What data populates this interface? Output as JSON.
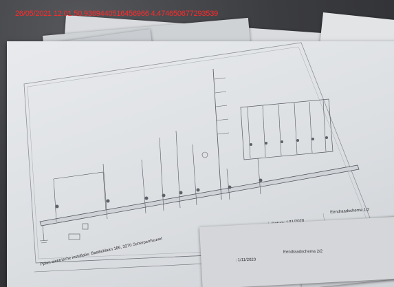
{
  "overlay": {
    "timestamp_coords": "26/05/2021 12:01 50.9369440516456966 4.474650677293539"
  },
  "plan": {
    "title_block": "Pplan elektrische installatie: Basilieklaan 186, 3270 Scherpenheuvel",
    "date": "Datum: 1/11/2020",
    "sheet_name": "Eendraadschema 1/2",
    "second_date": ": 1/11/2020",
    "second_sheet_name": "Eendraadschema 2/2"
  },
  "colors": {
    "overlay_red": "#ff2a2a",
    "paper": "#e1e3e6",
    "ink": "#4a4a52",
    "background": "#3a3b3e"
  }
}
